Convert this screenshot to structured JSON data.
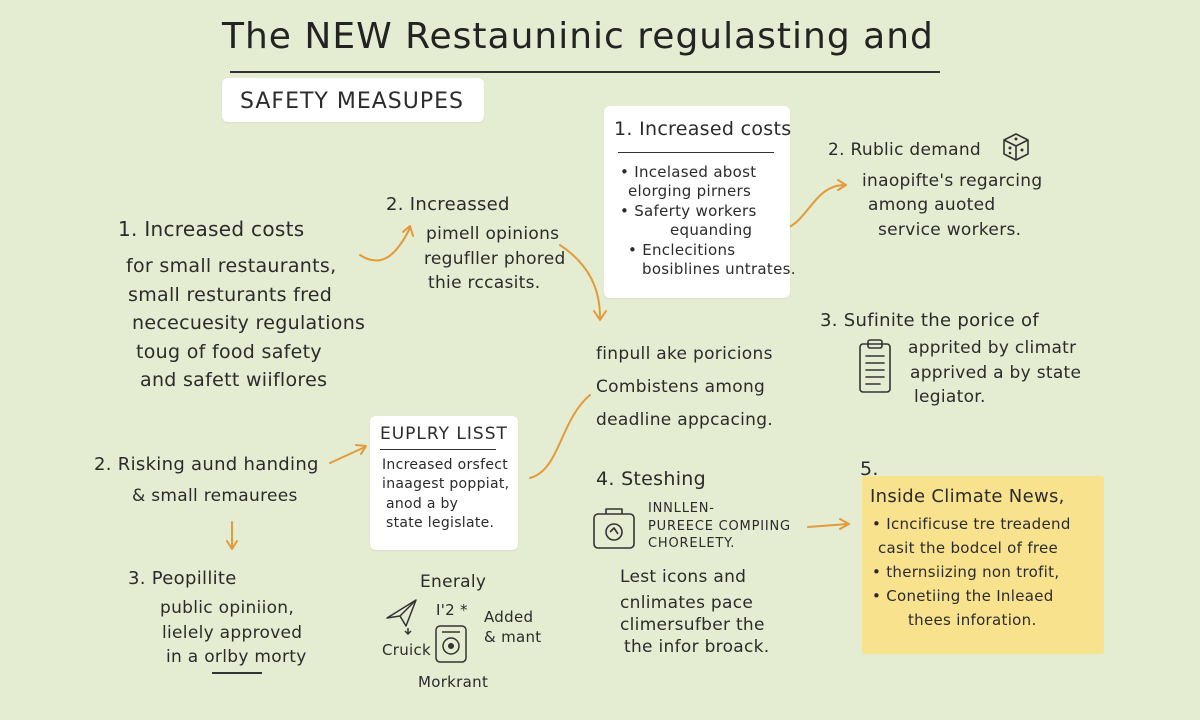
{
  "header": {
    "title": "The NEW Restauninic regulasting and",
    "subtitle": "SAFETY MEASUPES"
  },
  "left_block": {
    "heading": "1. Increased costs",
    "lines": [
      "for small restaurants,",
      "small resturants fred",
      "nececuesity regulations",
      "toug of food safety",
      "and safett wiiflores"
    ]
  },
  "mid_left_block": {
    "heading": "2. Increassed",
    "lines": [
      "pimell opinions",
      "regufller phored",
      "thie rccasits."
    ]
  },
  "card_top": {
    "heading": "1. Increased costs",
    "lines": [
      "• Incelased abost",
      "elorging pirners",
      "• Saferty workers",
      "equanding",
      "• Enclecitions",
      "bosiblines untrates."
    ]
  },
  "right_top_block": {
    "heading": "2. Rublic demand",
    "lines": [
      "inaopifte's regarcing",
      "among auoted",
      "service workers."
    ]
  },
  "center_block": {
    "lines": [
      "finpull ake poricions",
      "Combistens among",
      "deadline appcacing."
    ]
  },
  "right_mid_block": {
    "heading": "3. Sufinite the porice of",
    "lines": [
      "apprited by climatr",
      "apprived a by state",
      "legiator."
    ]
  },
  "left_mid_block": {
    "heading": "2. Risking aund handing",
    "sub": "& small remaurees"
  },
  "card_list": {
    "heading": "EUPLRY LISST",
    "lines": [
      "Increased orsfect",
      "inaagest poppiat,",
      "anod a by",
      "state legislate."
    ]
  },
  "stepping_block": {
    "heading": "4. Steshing",
    "lines": [
      "INNLLEN-",
      "PUREECE COMPIING",
      "CHORELETY."
    ]
  },
  "bottom_left_block": {
    "heading": "3. Peopillite",
    "lines": [
      "public opiniion,",
      "lielely approved",
      "in a orlby morty"
    ]
  },
  "bottom_mid_block": {
    "top": "Eneraly",
    "mid": "I'2 *",
    "added": [
      "Added",
      "& mant"
    ],
    "left": "Cruick",
    "bottom": "Morkrant"
  },
  "bottom_center_block": {
    "lines": [
      "Lest icons and",
      "cnlimates pace",
      "climersufber the",
      "the infor broack."
    ]
  },
  "highlight_card": {
    "number": "5.",
    "heading": "Inside Climate News,",
    "lines": [
      "• Icncificuse tre treadend",
      "casit the bodcel of free",
      "• thernsiizing non trofit,",
      "• Conetiing the Inleaed",
      "thees inforation."
    ]
  },
  "colors": {
    "background": "#e4ecd2",
    "card": "#ffffff",
    "highlight": "#f8e28e",
    "arrow": "#e39a3a",
    "ink": "#2b2b2b"
  },
  "icons": [
    "dice-icon",
    "clipboard-icon",
    "toolbox-icon",
    "paper-plane-icon",
    "badge-icon"
  ]
}
